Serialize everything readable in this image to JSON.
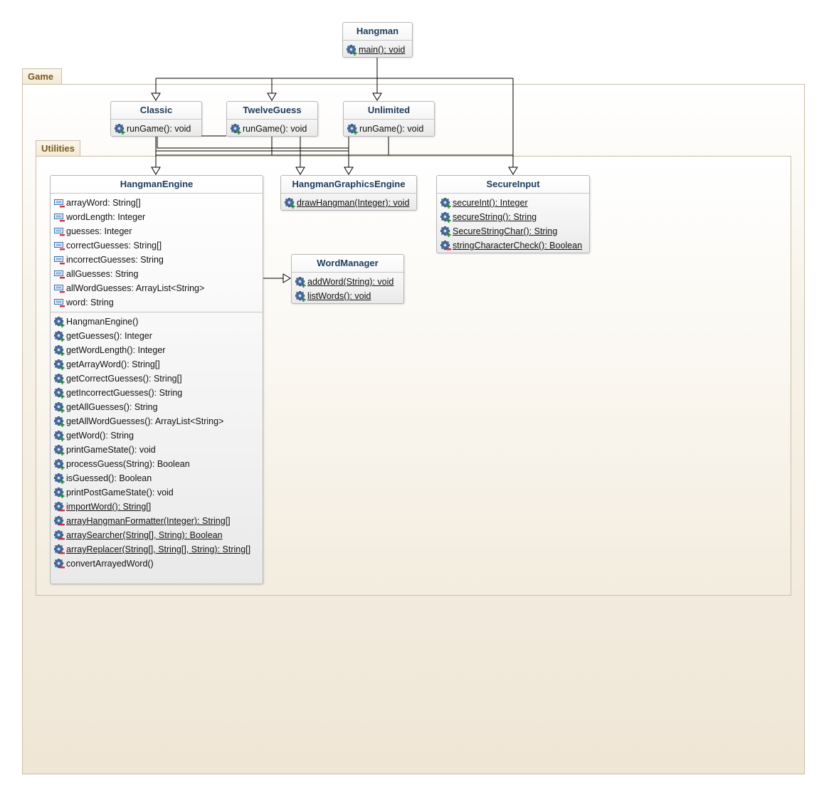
{
  "packages": {
    "game": {
      "label": "Game"
    },
    "utilities": {
      "label": "Utilities"
    }
  },
  "classes": {
    "hangman": {
      "name": "Hangman",
      "methods": [
        {
          "text": "main(): void",
          "visibility": "public",
          "static": true
        }
      ]
    },
    "classic": {
      "name": "Classic",
      "methods": [
        {
          "text": "runGame(): void",
          "visibility": "public",
          "static": false
        }
      ]
    },
    "twelveguess": {
      "name": "TwelveGuess",
      "methods": [
        {
          "text": "runGame(): void",
          "visibility": "public",
          "static": false
        }
      ]
    },
    "unlimited": {
      "name": "Unlimited",
      "methods": [
        {
          "text": "runGame(): void",
          "visibility": "public",
          "static": false
        }
      ]
    },
    "engine": {
      "name": "HangmanEngine",
      "attributes": [
        {
          "text": "arrayWord: String[]",
          "visibility": "private"
        },
        {
          "text": "wordLength: Integer",
          "visibility": "private"
        },
        {
          "text": "guesses: Integer",
          "visibility": "private"
        },
        {
          "text": "correctGuesses: String[]",
          "visibility": "private"
        },
        {
          "text": "incorrectGuesses: String",
          "visibility": "private"
        },
        {
          "text": "allGuesses: String",
          "visibility": "private"
        },
        {
          "text": "allWordGuesses: ArrayList<String>",
          "visibility": "private"
        },
        {
          "text": "word: String",
          "visibility": "private"
        }
      ],
      "methods": [
        {
          "text": "HangmanEngine()",
          "visibility": "public",
          "static": false
        },
        {
          "text": "getGuesses(): Integer",
          "visibility": "public",
          "static": false
        },
        {
          "text": "getWordLength(): Integer",
          "visibility": "public",
          "static": false
        },
        {
          "text": "getArrayWord(): String[]",
          "visibility": "public",
          "static": false
        },
        {
          "text": "getCorrectGuesses(): String[]",
          "visibility": "public",
          "static": false
        },
        {
          "text": "getIncorrectGuesses(): String",
          "visibility": "public",
          "static": false
        },
        {
          "text": "getAllGuesses(): String",
          "visibility": "public",
          "static": false
        },
        {
          "text": "getAllWordGuesses(): ArrayList<String>",
          "visibility": "public",
          "static": false
        },
        {
          "text": "getWord(): String",
          "visibility": "public",
          "static": false
        },
        {
          "text": "printGameState(): void",
          "visibility": "public",
          "static": false
        },
        {
          "text": "processGuess(String): Boolean",
          "visibility": "public",
          "static": false
        },
        {
          "text": "isGuessed(): Boolean",
          "visibility": "public",
          "static": false
        },
        {
          "text": "printPostGameState(): void",
          "visibility": "public",
          "static": false
        },
        {
          "text": "importWord(): String[]",
          "visibility": "private",
          "static": true
        },
        {
          "text": "arrayHangmanFormatter(Integer): String[]",
          "visibility": "private",
          "static": true
        },
        {
          "text": "arraySearcher(String[], String): Boolean",
          "visibility": "private",
          "static": true
        },
        {
          "text": "arrayReplacer(String[], String[], String): String[]",
          "visibility": "private",
          "static": true
        },
        {
          "text": "convertArrayedWord()",
          "visibility": "private",
          "static": false
        }
      ]
    },
    "graphics": {
      "name": "HangmanGraphicsEngine",
      "methods": [
        {
          "text": "drawHangman(Integer): void",
          "visibility": "public",
          "static": true
        }
      ]
    },
    "secureinput": {
      "name": "SecureInput",
      "methods": [
        {
          "text": "secureInt(): Integer",
          "visibility": "public",
          "static": true
        },
        {
          "text": "secureString(): String",
          "visibility": "public",
          "static": true
        },
        {
          "text": "SecureStringChar(): String",
          "visibility": "public",
          "static": true
        },
        {
          "text": "stringCharacterCheck(): Boolean",
          "visibility": "private",
          "static": true
        }
      ]
    },
    "wordmanager": {
      "name": "WordManager",
      "methods": [
        {
          "text": "addWord(String): void",
          "visibility": "public",
          "static": true
        },
        {
          "text": "listWords(): void",
          "visibility": "public",
          "static": true
        }
      ]
    }
  },
  "dependencies": [
    {
      "from": "Hangman",
      "to": "Classic"
    },
    {
      "from": "Hangman",
      "to": "TwelveGuess"
    },
    {
      "from": "Hangman",
      "to": "Unlimited"
    },
    {
      "from": "Hangman",
      "to": "SecureInput"
    },
    {
      "from": "Classic",
      "to": "HangmanEngine"
    },
    {
      "from": "TwelveGuess",
      "to": "HangmanEngine"
    },
    {
      "from": "Unlimited",
      "to": "HangmanEngine"
    },
    {
      "from": "Classic",
      "to": "HangmanGraphicsEngine"
    },
    {
      "from": "TwelveGuess",
      "to": "HangmanGraphicsEngine"
    },
    {
      "from": "Unlimited",
      "to": "HangmanGraphicsEngine"
    },
    {
      "from": "Classic",
      "to": "SecureInput"
    },
    {
      "from": "TwelveGuess",
      "to": "SecureInput"
    },
    {
      "from": "Unlimited",
      "to": "SecureInput"
    },
    {
      "from": "HangmanEngine",
      "to": "WordManager"
    }
  ],
  "colors": {
    "class_name": "#1d3c5c",
    "package_label": "#7a5a1c",
    "package_border": "#c9bea5",
    "public_marker": "#2e8b3a",
    "private_marker": "#d43030",
    "edge": "#000000"
  },
  "icons": {
    "method": "gear-icon",
    "attribute": "field-icon"
  }
}
